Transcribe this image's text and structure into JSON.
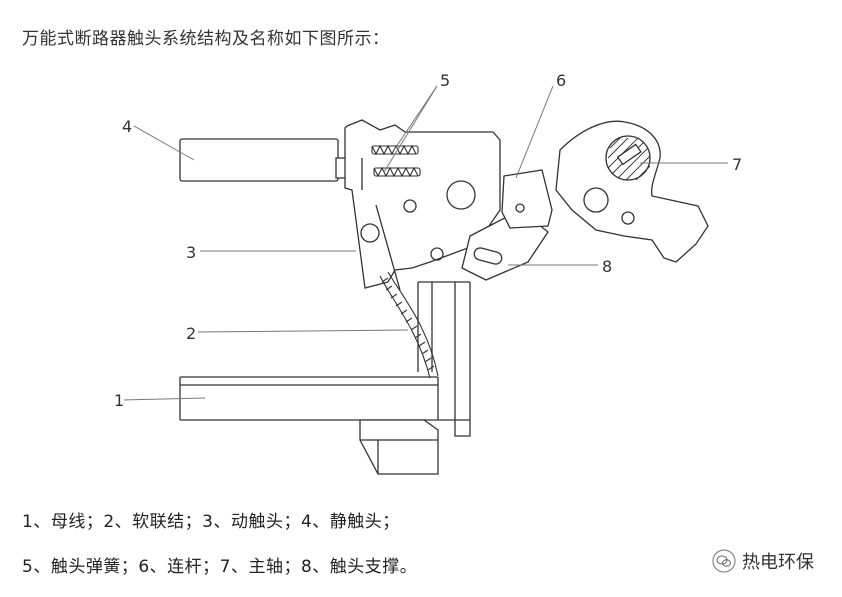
{
  "intro_text": "万能式断路器触头系统结构及名称如下图所示：",
  "labels": {
    "l1": "1",
    "l2": "2",
    "l3": "3",
    "l4": "4",
    "l5": "5",
    "l6": "6",
    "l7": "7",
    "l8": "8"
  },
  "legend": {
    "line1": "1、母线；2、软联结；3、动触头；4、静触头；",
    "line2": "5、触头弹簧；6、连杆；7、主轴；8、触头支撑。"
  },
  "watermark": {
    "icon": "wechat-icon",
    "text": "热电环保"
  }
}
